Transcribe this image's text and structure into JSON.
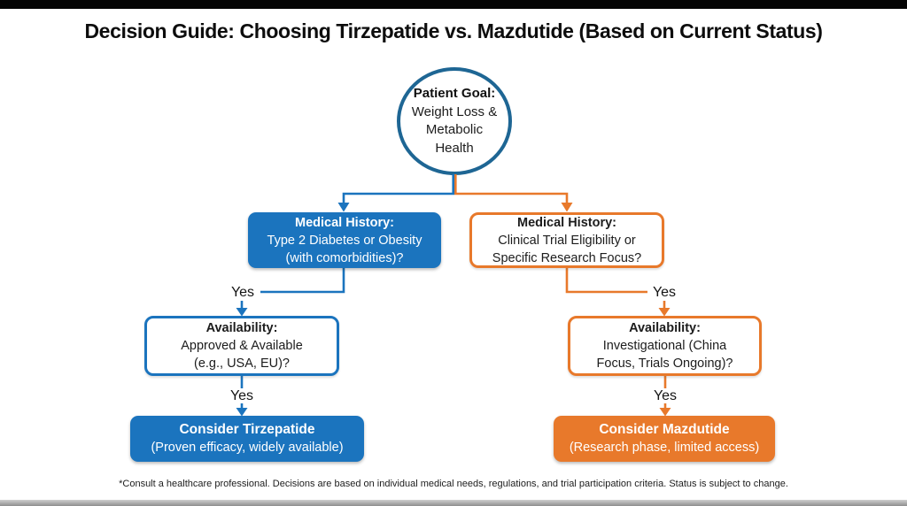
{
  "page": {
    "title": "Decision Guide: Choosing Tirzepatide vs. Mazdutide (Based on Current Status)",
    "footnote": "*Consult a healthcare professional. Decisions are based on individual medical needs, regulations, and trial participation criteria. Status is subject to change."
  },
  "colors": {
    "blue": "#1B74BE",
    "blue_dark": "#1E6694",
    "orange": "#E8792B"
  },
  "flowchart": {
    "root": {
      "heading": "Patient Goal:",
      "line1": "Weight Loss &",
      "line2": "Metabolic",
      "line3": "Health"
    },
    "left_branch": {
      "medical": {
        "heading": "Medical History:",
        "line1": "Type 2 Diabetes or Obesity",
        "line2": "(with comorbidities)?"
      },
      "yes1": "Yes",
      "availability": {
        "heading": "Availability:",
        "line1": "Approved & Available",
        "line2": "(e.g., USA, EU)?"
      },
      "yes2": "Yes",
      "result": {
        "heading": "Consider Tirzepatide",
        "line1": "(Proven efficacy, widely available)"
      }
    },
    "right_branch": {
      "medical": {
        "heading": "Medical History:",
        "line1": "Clinical Trial Eligibility or",
        "line2": "Specific Research Focus?"
      },
      "yes1": "Yes",
      "availability": {
        "heading": "Availability:",
        "line1": "Investigational (China",
        "line2": "Focus, Trials Ongoing)?"
      },
      "yes2": "Yes",
      "result": {
        "heading": "Consider Mazdutide",
        "line1": "(Research phase, limited access)"
      }
    }
  }
}
